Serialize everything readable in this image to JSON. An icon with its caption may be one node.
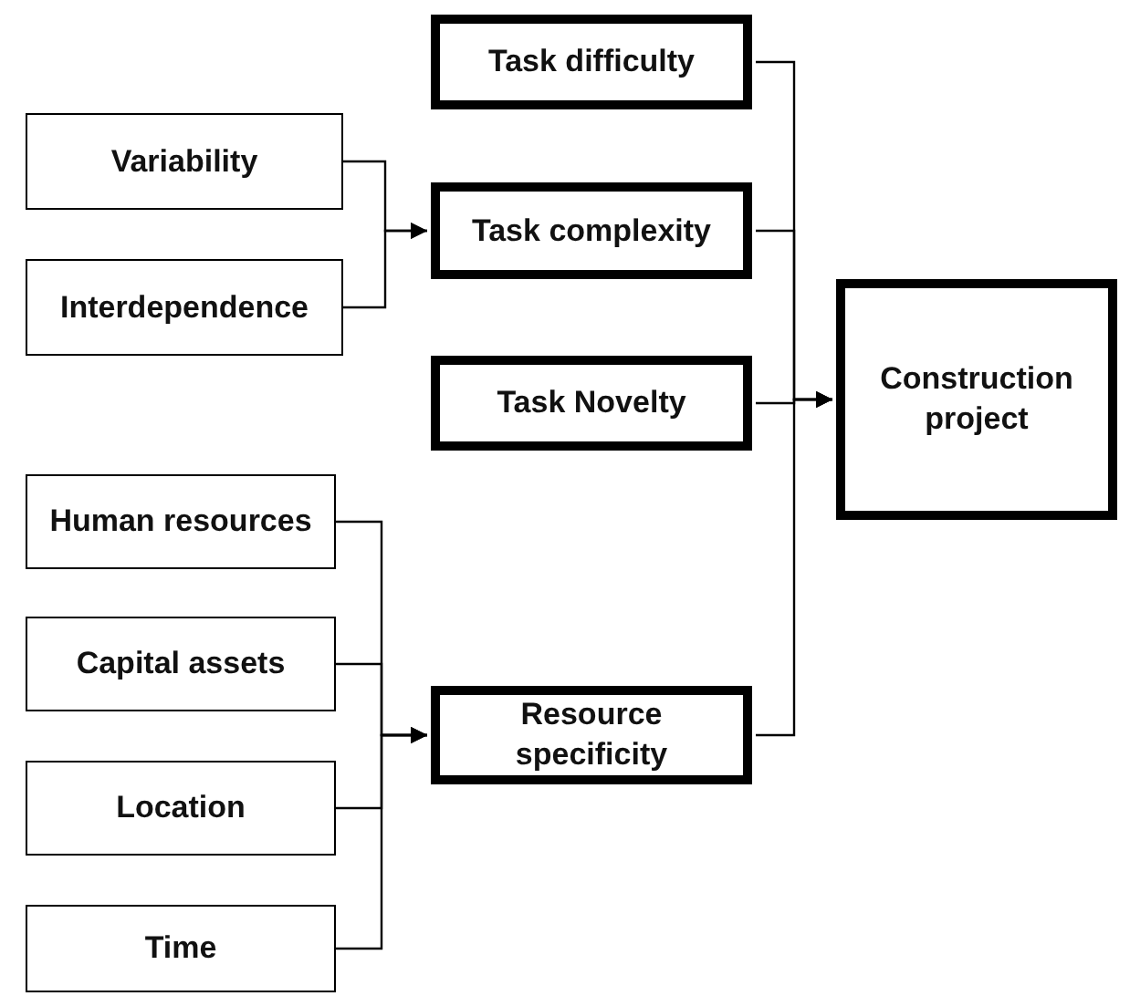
{
  "diagram": {
    "nodes": [
      {
        "text": [
          "Variability"
        ]
      },
      {
        "text": [
          "Interdependence"
        ]
      },
      {
        "text": [
          "Human resources"
        ]
      },
      {
        "text": [
          "Capital assets"
        ]
      },
      {
        "text": [
          "Location"
        ]
      },
      {
        "text": [
          "Time"
        ]
      },
      {
        "text": [
          "Task difficulty"
        ]
      },
      {
        "text": [
          "Task complexity"
        ]
      },
      {
        "text": [
          "Task Novelty"
        ]
      },
      {
        "text": [
          "Resource specificity"
        ]
      },
      {
        "text": [
          "Construction project"
        ]
      }
    ],
    "edges": [
      {
        "from": 0,
        "to": 7,
        "arrow": "to"
      },
      {
        "from": 1,
        "to": 7,
        "arrow": "to"
      },
      {
        "from": 2,
        "to": 9,
        "arrow": "to"
      },
      {
        "from": 3,
        "to": 9,
        "arrow": "to"
      },
      {
        "from": 4,
        "to": 9,
        "arrow": "to"
      },
      {
        "from": 5,
        "to": 9,
        "arrow": "to"
      },
      {
        "from": 6,
        "to": 10,
        "arrow": "to"
      },
      {
        "from": 7,
        "to": 10,
        "arrow": "to"
      },
      {
        "from": 8,
        "to": 10,
        "arrow": "to"
      },
      {
        "from": 9,
        "to": 10,
        "arrow": "to"
      }
    ]
  }
}
